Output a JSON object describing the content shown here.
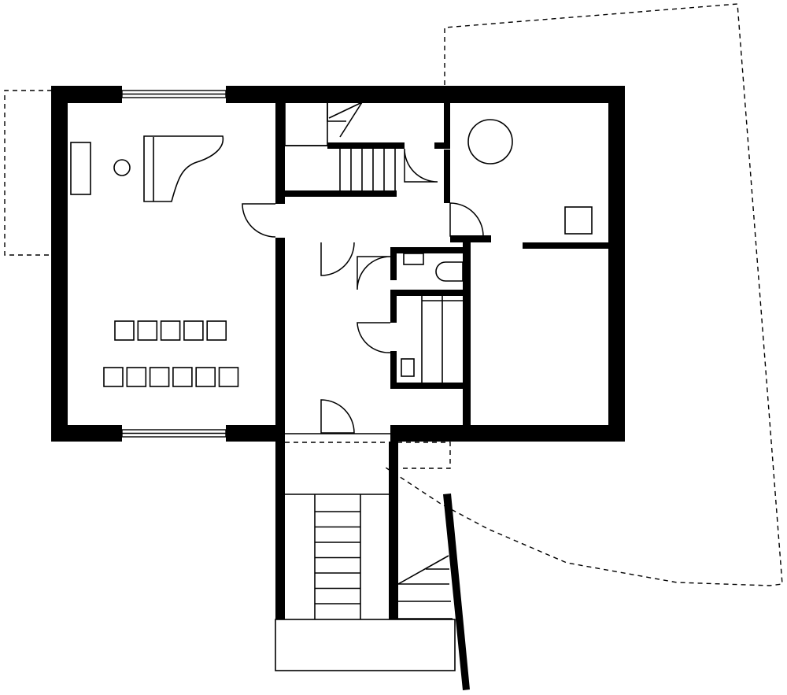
{
  "plan": {
    "colors": {
      "ink": "#000000",
      "paper": "#ffffff"
    },
    "rooms": [
      "music-room",
      "stair-hall",
      "corridor",
      "studio",
      "wc",
      "bathroom",
      "side-room",
      "entrance"
    ],
    "furniture": {
      "grand_piano": 1,
      "piano_stool": 1,
      "wall_bench": 1,
      "audience_chairs_front_row": 5,
      "audience_chairs_back_row": 6,
      "round_table": 1,
      "square_table": 1
    }
  }
}
